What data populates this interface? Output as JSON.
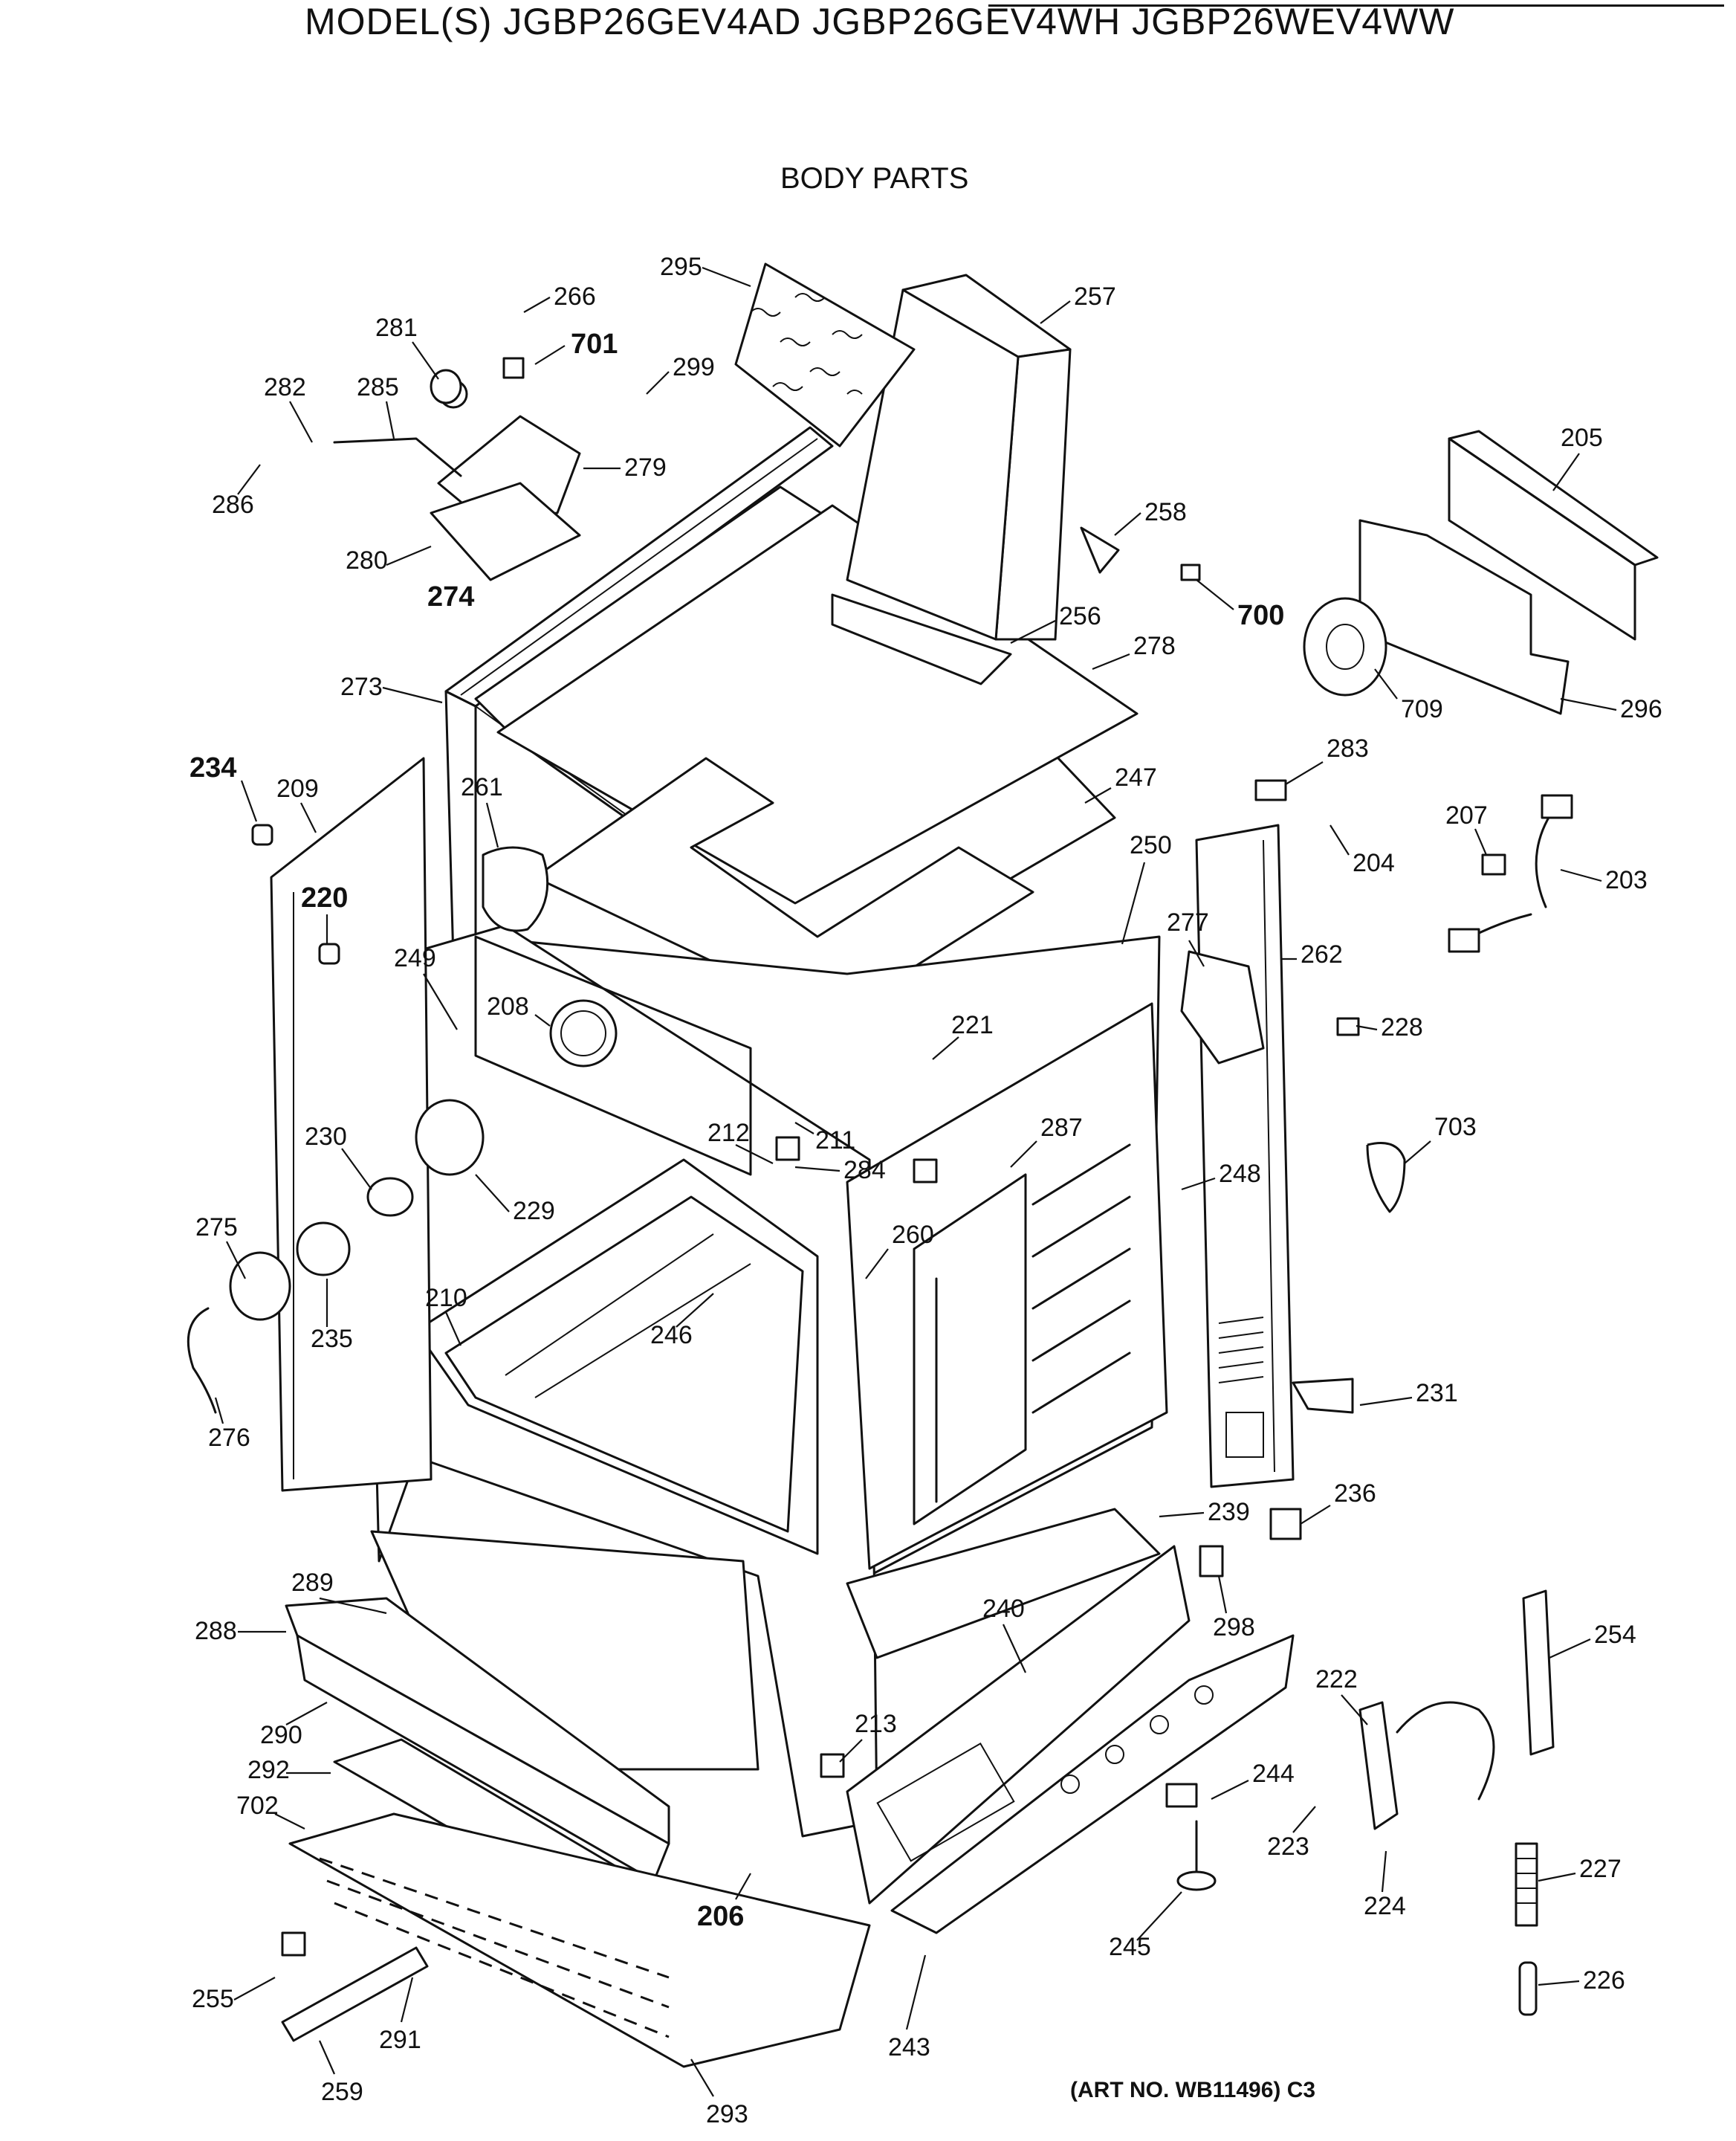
{
  "header": {
    "models": "MODEL(S) JGBP26GEV4AD  JGBP26GEV4WH  JGBP26WEV4WW",
    "section": "BODY PARTS"
  },
  "footer": {
    "art_no": "(ART NO. WB11496) C3"
  },
  "callouts": [
    "295",
    "257",
    "266",
    "281",
    "701",
    "299",
    "282",
    "285",
    "279",
    "286",
    "280",
    "274",
    "205",
    "258",
    "700",
    "256",
    "278",
    "709",
    "296",
    "273",
    "283",
    "234",
    "209",
    "261",
    "247",
    "250",
    "204",
    "207",
    "203",
    "220",
    "249",
    "277",
    "262",
    "208",
    "228",
    "221",
    "211",
    "212",
    "284",
    "287",
    "703",
    "230",
    "229",
    "248",
    "275",
    "260",
    "210",
    "246",
    "235",
    "231",
    "276",
    "239",
    "236",
    "289",
    "288",
    "298",
    "240",
    "254",
    "290",
    "213",
    "222",
    "292",
    "244",
    "702",
    "223",
    "224",
    "227",
    "206",
    "245",
    "226",
    "255",
    "291",
    "243",
    "259",
    "293"
  ]
}
